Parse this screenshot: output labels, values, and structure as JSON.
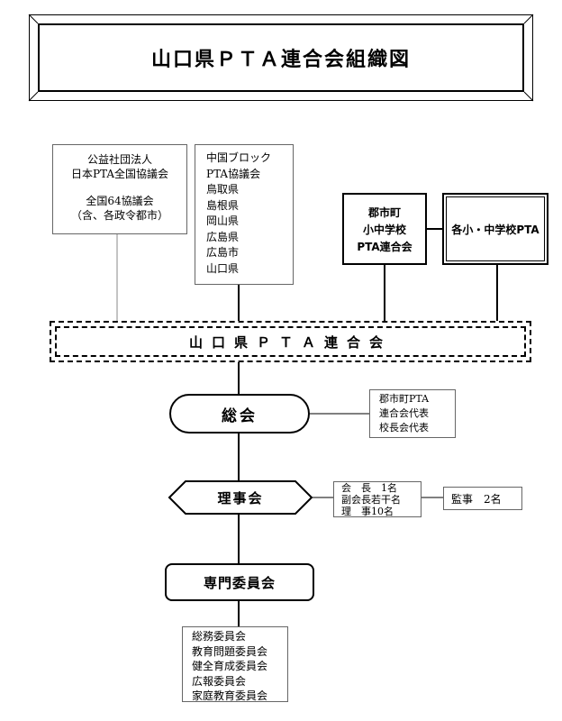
{
  "title": "山口県ＰＴＡ連合会組織図",
  "national": {
    "lines_top": [
      "公益社団法人",
      "日本PTA全国協議会"
    ],
    "lines_bottom": [
      "全国64協議会",
      "（含、各政令都市）"
    ]
  },
  "chugoku_block": {
    "lines": [
      "中国ブロック",
      "PTA協議会",
      "鳥取県",
      "島根県",
      "岡山県",
      "広島県",
      "広島市",
      "山口県"
    ]
  },
  "gun_shi_cho": {
    "lines": [
      "郡市町",
      "小中学校",
      "PTA連合会"
    ]
  },
  "schools": {
    "label": "各小・中学校PTA"
  },
  "federation": {
    "label": "山口県ＰＴＡ連合会"
  },
  "general_meeting": {
    "label": "総会",
    "members": [
      "郡市町PTA",
      "連合会代表",
      "校長会代表"
    ]
  },
  "board": {
    "label": "理事会",
    "members": [
      "会　長　1名",
      "副会長若干名",
      "理　事10名"
    ],
    "auditor": "監事　2名"
  },
  "committees": {
    "label": "専門委員会",
    "list": [
      "総務委員会",
      "教育問題委員会",
      "健全育成委員会",
      "広報委員会",
      "家庭教育委員会"
    ]
  }
}
